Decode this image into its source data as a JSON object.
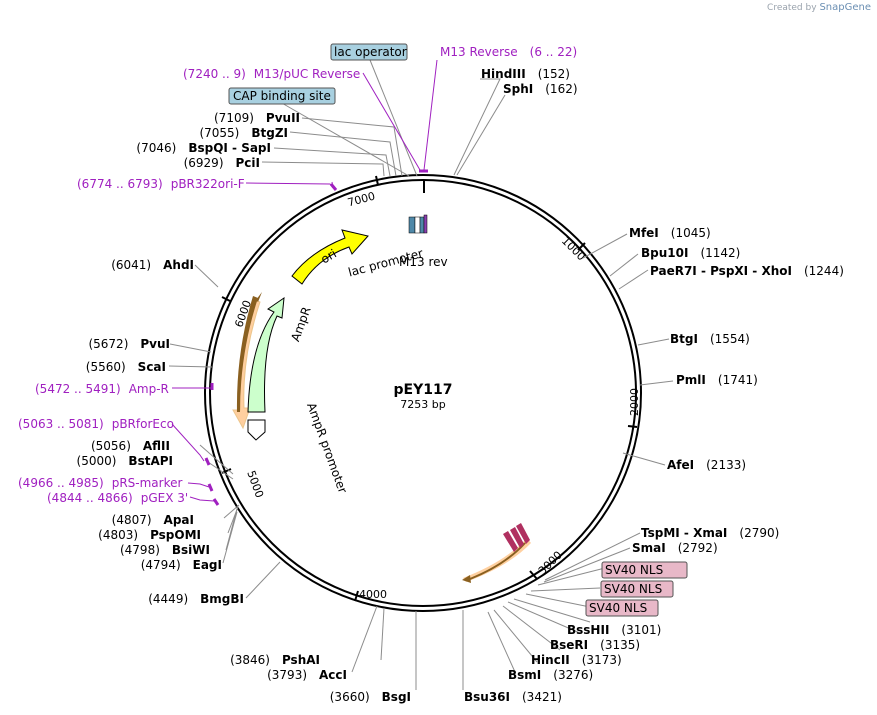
{
  "credit": {
    "prefix": "Created by",
    "brand": "SnapGene"
  },
  "plasmid": {
    "name": "pEY117",
    "size_label": "7253 bp"
  },
  "ticks": [
    "1000",
    "2000",
    "3000",
    "4000",
    "5000",
    "6000",
    "7000"
  ],
  "sites_right": [
    {
      "name": "HindIII",
      "pos": "(152)"
    },
    {
      "name": "SphI",
      "pos": "(162)"
    },
    {
      "name": "MfeI",
      "pos": "(1045)"
    },
    {
      "name": "Bpu10I",
      "pos": "(1142)"
    },
    {
      "name": "PaeR7I - PspXI - XhoI",
      "pos": "(1244)"
    },
    {
      "name": "BtgI",
      "pos": "(1554)"
    },
    {
      "name": "PmlI",
      "pos": "(1741)"
    },
    {
      "name": "AfeI",
      "pos": "(2133)"
    },
    {
      "name": "TspMI - XmaI",
      "pos": "(2790)"
    },
    {
      "name": "SmaI",
      "pos": "(2792)"
    },
    {
      "name": "BssHII",
      "pos": "(3101)"
    },
    {
      "name": "BseRI",
      "pos": "(3135)"
    },
    {
      "name": "HincII",
      "pos": "(3173)"
    },
    {
      "name": "BsmI",
      "pos": "(3276)"
    },
    {
      "name": "Bsu36I",
      "pos": "(3421)"
    }
  ],
  "sites_left": [
    {
      "name": "PvuII",
      "pos": "(7109)"
    },
    {
      "name": "BtgZI",
      "pos": "(7055)"
    },
    {
      "name": "BspQI - SapI",
      "pos": "(7046)"
    },
    {
      "name": "PciI",
      "pos": "(6929)"
    },
    {
      "name": "AhdI",
      "pos": "(6041)"
    },
    {
      "name": "PvuI",
      "pos": "(5672)"
    },
    {
      "name": "ScaI",
      "pos": "(5560)"
    },
    {
      "name": "AflII",
      "pos": "(5056)"
    },
    {
      "name": "BstAPI",
      "pos": "(5000)"
    },
    {
      "name": "ApaI",
      "pos": "(4807)"
    },
    {
      "name": "PspOMI",
      "pos": "(4803)"
    },
    {
      "name": "BsiWI",
      "pos": "(4798)"
    },
    {
      "name": "EagI",
      "pos": "(4794)"
    },
    {
      "name": "BmgBI",
      "pos": "(4449)"
    },
    {
      "name": "PshAI",
      "pos": "(3846)"
    },
    {
      "name": "AccI",
      "pos": "(3793)"
    },
    {
      "name": "BsgI",
      "pos": "(3660)"
    }
  ],
  "primers": [
    {
      "name": "M13 Reverse",
      "range": "(6 .. 22)"
    },
    {
      "name": "M13/pUC Reverse",
      "range": "(7240 .. 9)"
    },
    {
      "name": "pBR322ori-F",
      "range": "(6774 .. 6793)"
    },
    {
      "name": "Amp-R",
      "range": "(5472 .. 5491)"
    },
    {
      "name": "pBRforEco",
      "range": "(5063 .. 5081)"
    },
    {
      "name": "pRS-marker",
      "range": "(4966 .. 4985)"
    },
    {
      "name": "pGEX 3'",
      "range": "(4844 .. 4866)"
    }
  ],
  "boxed_features": [
    {
      "name": "lac operator",
      "fill": "#a8d0e0"
    },
    {
      "name": "CAP binding site",
      "fill": "#a8d0e0"
    },
    {
      "name": "SV40 NLS",
      "fill": "#e8b8c8"
    },
    {
      "name": "SV40 NLS",
      "fill": "#e8b8c8"
    },
    {
      "name": "SV40 NLS",
      "fill": "#e8b8c8"
    }
  ],
  "inner_features": [
    {
      "name": "ori",
      "fill": "#ffff00"
    },
    {
      "name": "AmpR",
      "fill": "#ccffcc"
    },
    {
      "name": "AmpR promoter",
      "fill": "#ffffff"
    },
    {
      "name": "lac promoter",
      "fill": "#ffffff"
    },
    {
      "name": "M13 rev",
      "fill": "#8a40b0"
    }
  ],
  "colors": {
    "primer": "#a020c0",
    "backbone": "#000000",
    "leader": "#8c8c8c"
  }
}
